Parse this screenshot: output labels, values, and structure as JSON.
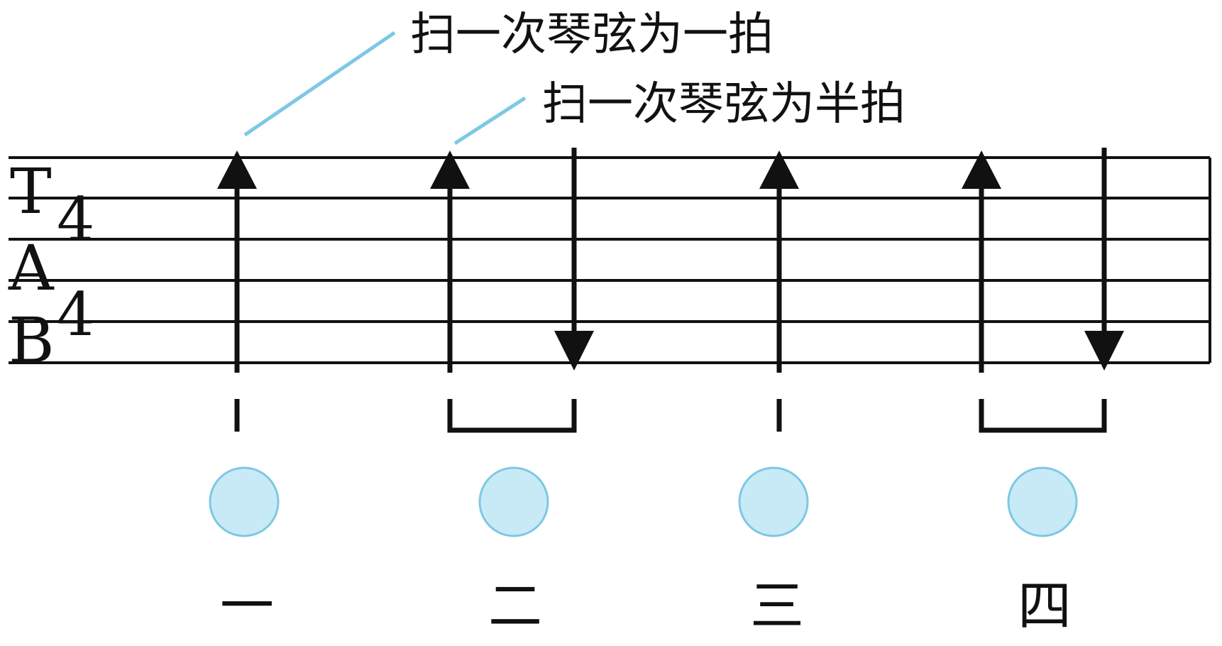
{
  "tab_clef": {
    "t": "T",
    "a": "A",
    "b": "B"
  },
  "time_signature": {
    "top": "4",
    "bottom": "4"
  },
  "annotations": [
    {
      "text": "扫一次琴弦为一拍"
    },
    {
      "text": "扫一次琴弦为半拍"
    }
  ],
  "strums": [
    {
      "direction": "up"
    },
    {
      "direction": "up"
    },
    {
      "direction": "down"
    },
    {
      "direction": "up"
    },
    {
      "direction": "up"
    },
    {
      "direction": "down"
    }
  ],
  "beats": [
    {
      "label": "一",
      "rhythm": "quarter"
    },
    {
      "label": "二",
      "rhythm": "two-eighths"
    },
    {
      "label": "三",
      "rhythm": "quarter"
    },
    {
      "label": "四",
      "rhythm": "two-eighths"
    }
  ],
  "colors": {
    "staff": "#111111",
    "leader_line": "#7ec8e3",
    "beat_circle_fill": "#c8eaf7",
    "beat_circle_stroke": "#7ec8e3"
  }
}
